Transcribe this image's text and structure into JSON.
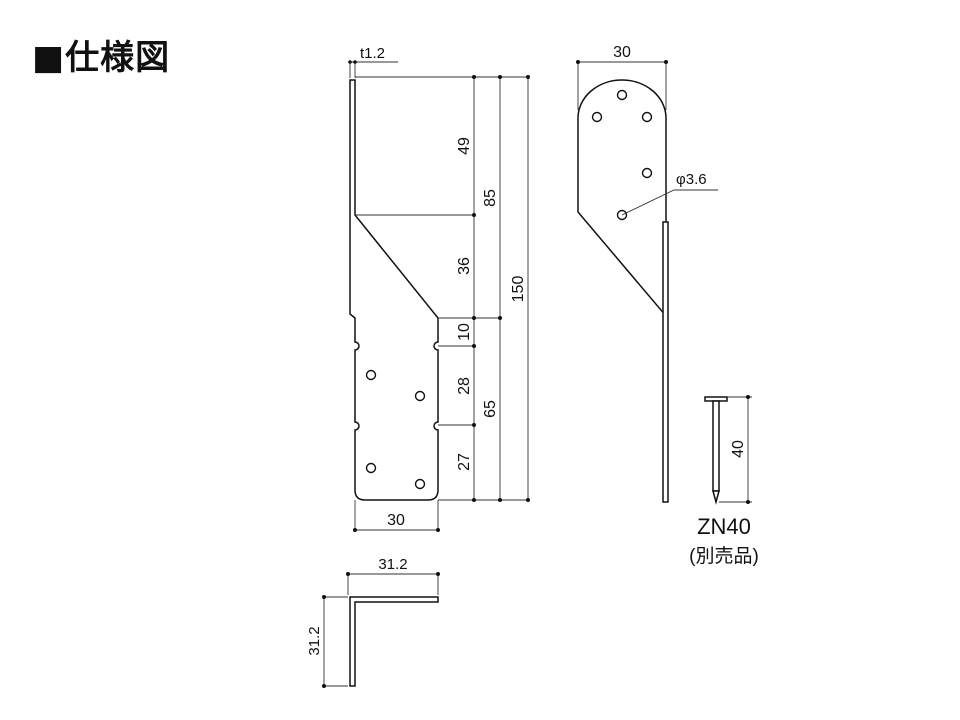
{
  "title": "■仕様図",
  "front_view": {
    "thickness": "t1.2",
    "width": "30",
    "segments": {
      "top": "49",
      "middle": "36",
      "slot": "10",
      "mid_lower": "28",
      "bottom": "27"
    },
    "subtotals": {
      "upper": "85",
      "lower": "65"
    },
    "total": "150"
  },
  "side_view": {
    "width": "30",
    "hole_diameter": "φ3.6"
  },
  "nail": {
    "length": "40",
    "model": "ZN40",
    "note": "(別売品)"
  },
  "section_view": {
    "width": "31.2",
    "height": "31.2"
  }
}
